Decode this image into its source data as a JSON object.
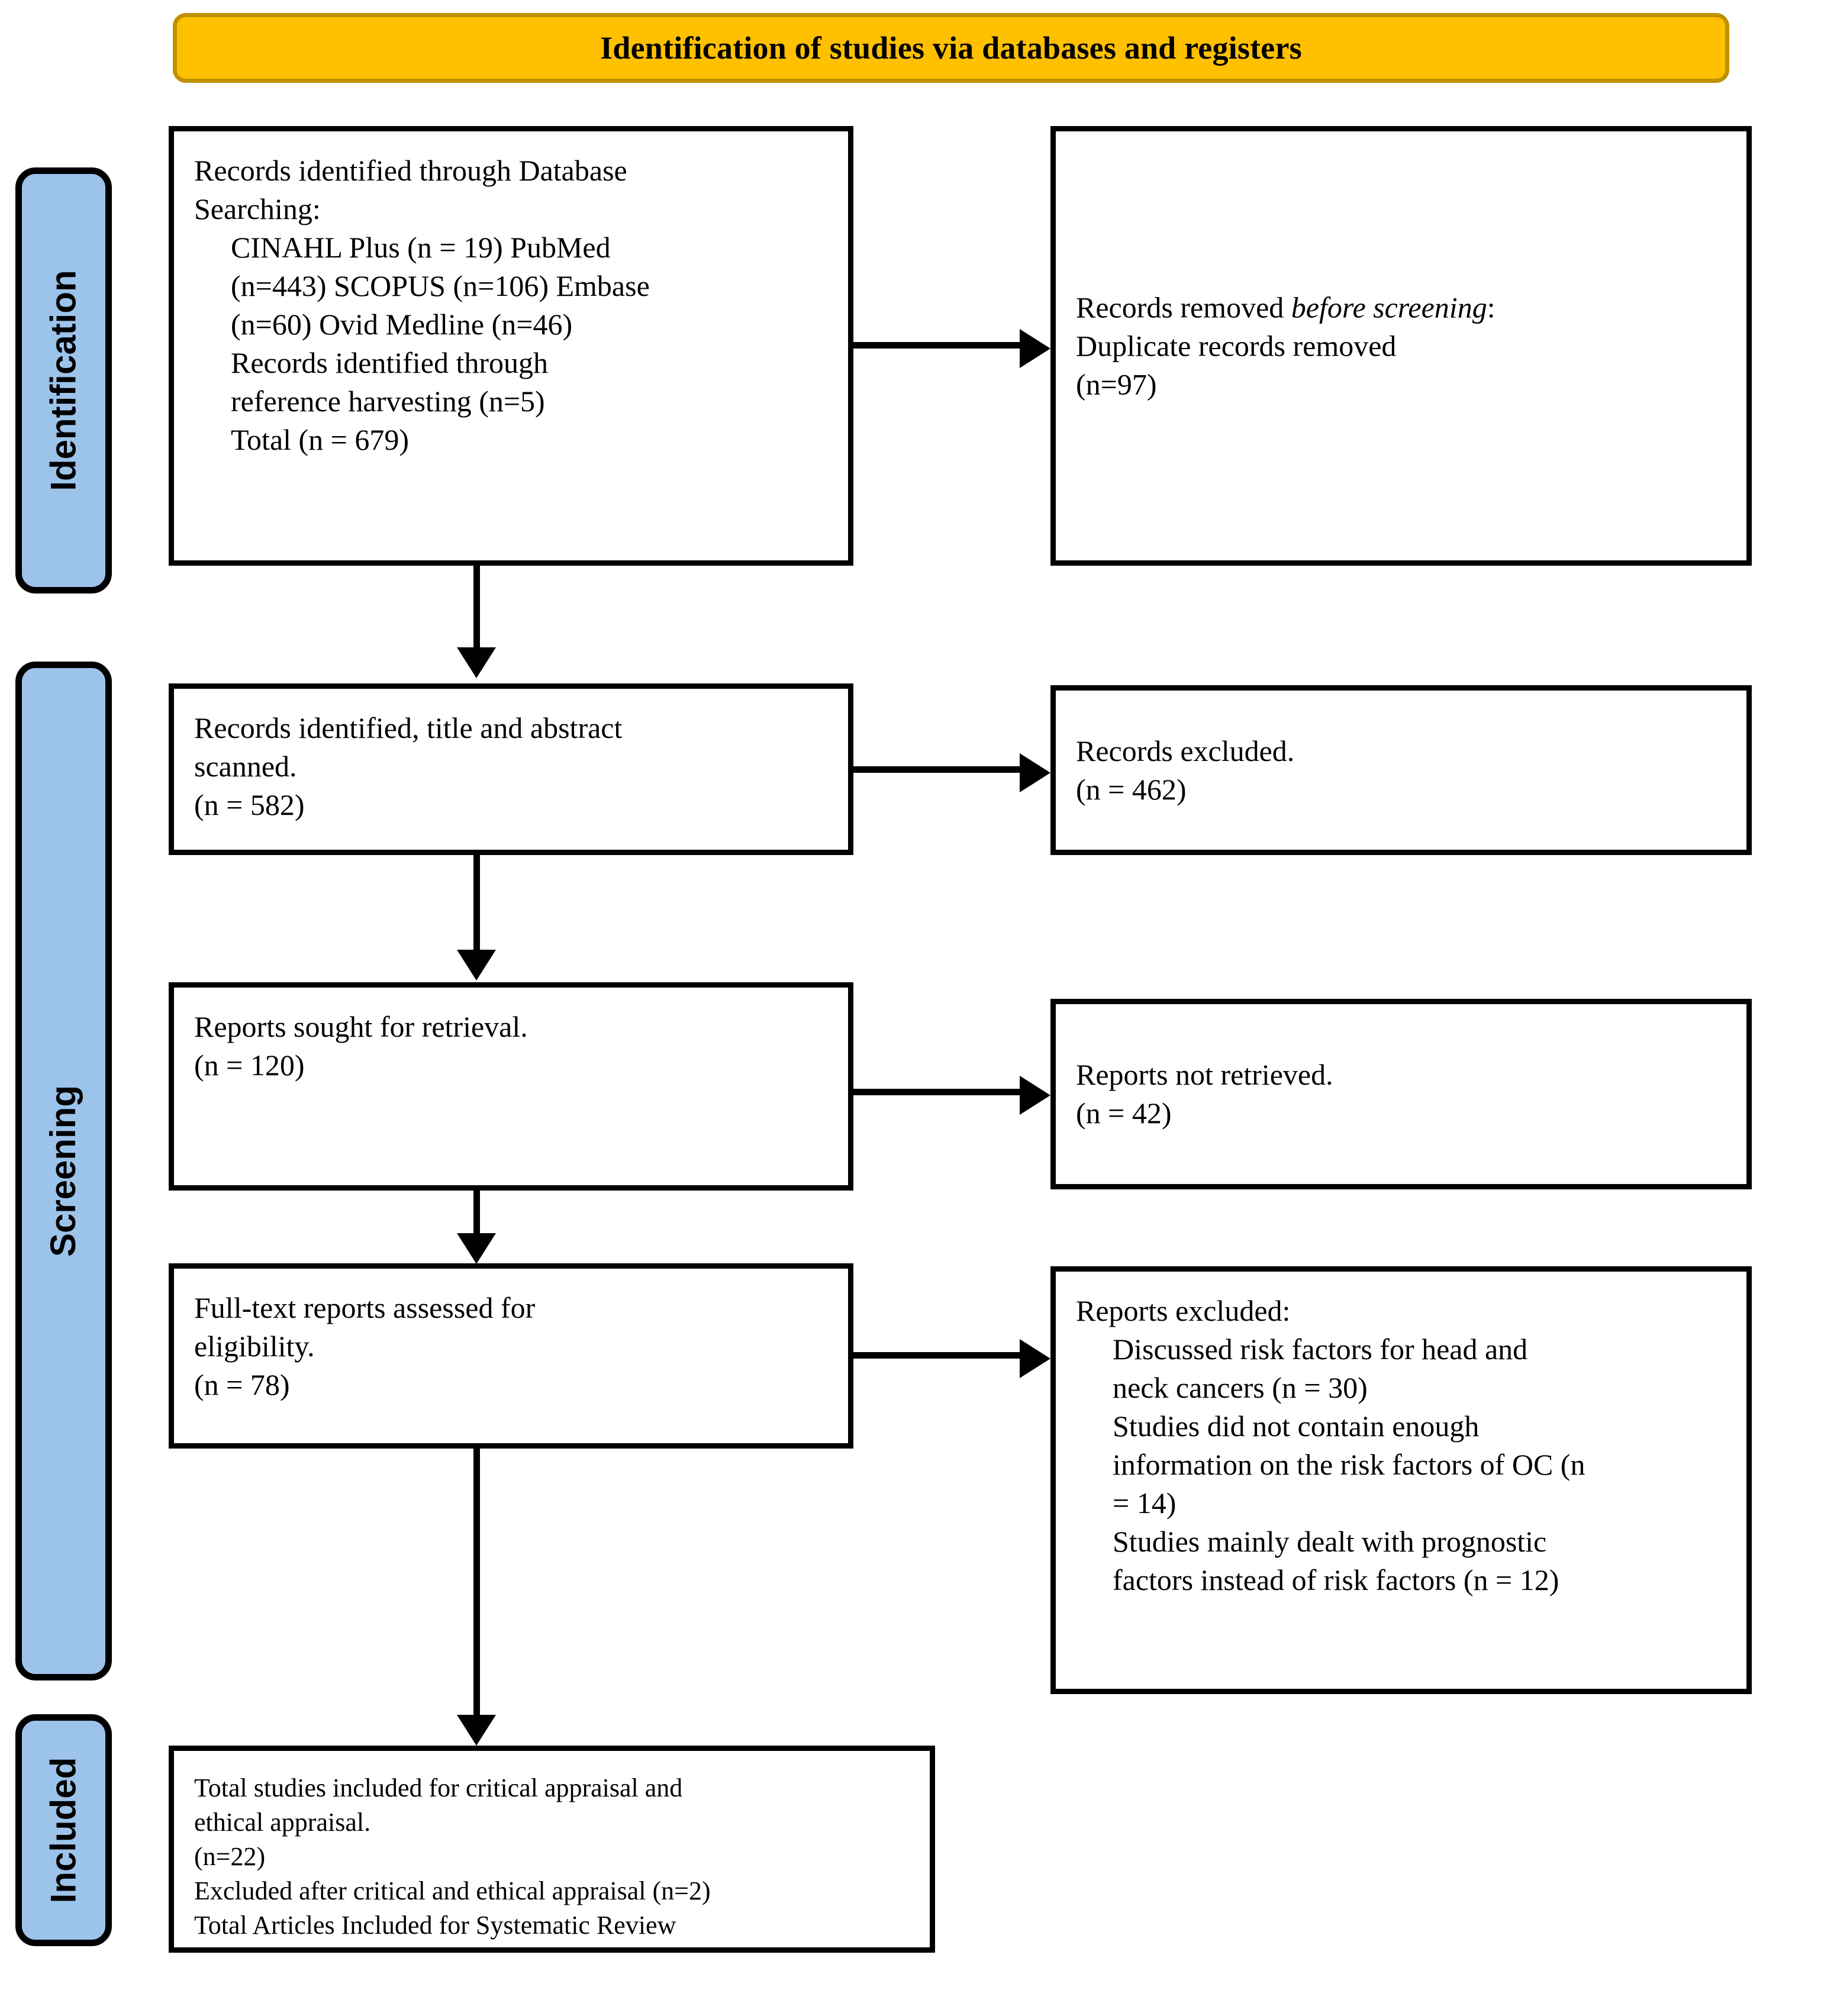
{
  "header": {
    "title": "Identification of studies via databases and registers",
    "bg_color": "#FFC000",
    "border_color": "#BF9000"
  },
  "stages": {
    "pill_color": "#9CC3EA",
    "identification": "Identification",
    "screening": "Screening",
    "included": "Included"
  },
  "boxes": {
    "identified": {
      "line1": "Records identified through Database",
      "line2": "Searching:",
      "line3": "CINAHL Plus (n = 19) PubMed",
      "line4": "(n=443) SCOPUS (n=106) Embase",
      "line5": "(n=60) Ovid Medline (n=46)",
      "line6": "Records identified through",
      "line7": "reference harvesting (n=5)",
      "line8": "Total (n = 679)"
    },
    "removed": {
      "line1a": "Records removed ",
      "line1b": "before screening",
      "line1c": ":",
      "line2": "Duplicate records removed",
      "line3": "(n=97)"
    },
    "scanned": {
      "line1": "Records identified, title and abstract",
      "line2": "scanned.",
      "line3": "(n = 582)"
    },
    "excluded": {
      "line1": "Records excluded.",
      "line2": "(n = 462)"
    },
    "sought": {
      "line1": "Reports sought for retrieval.",
      "line2": "(n = 120)"
    },
    "not_retrieved": {
      "line1": "Reports not retrieved.",
      "line2": "(n = 42)"
    },
    "fulltext": {
      "line1": "Full-text reports assessed for",
      "line2": "eligibility.",
      "line3": "(n = 78)"
    },
    "reports_excluded": {
      "line1": "Reports excluded:",
      "line2": "Discussed risk factors for head and",
      "line3": "neck cancers (n = 30)",
      "line4": "Studies did not contain enough",
      "line5": "information on the risk factors of OC (n",
      "line6": "= 14)",
      "line7": "Studies mainly dealt with prognostic",
      "line8": "factors instead of risk factors (n = 12)"
    },
    "included_final": {
      "line1": "Total studies included for critical appraisal and",
      "line2": "ethical appraisal.",
      "line3": "(n=22)",
      "line4": "Excluded after critical and ethical appraisal (n=2)",
      "line5": "Total Articles Included for Systematic Review"
    }
  }
}
